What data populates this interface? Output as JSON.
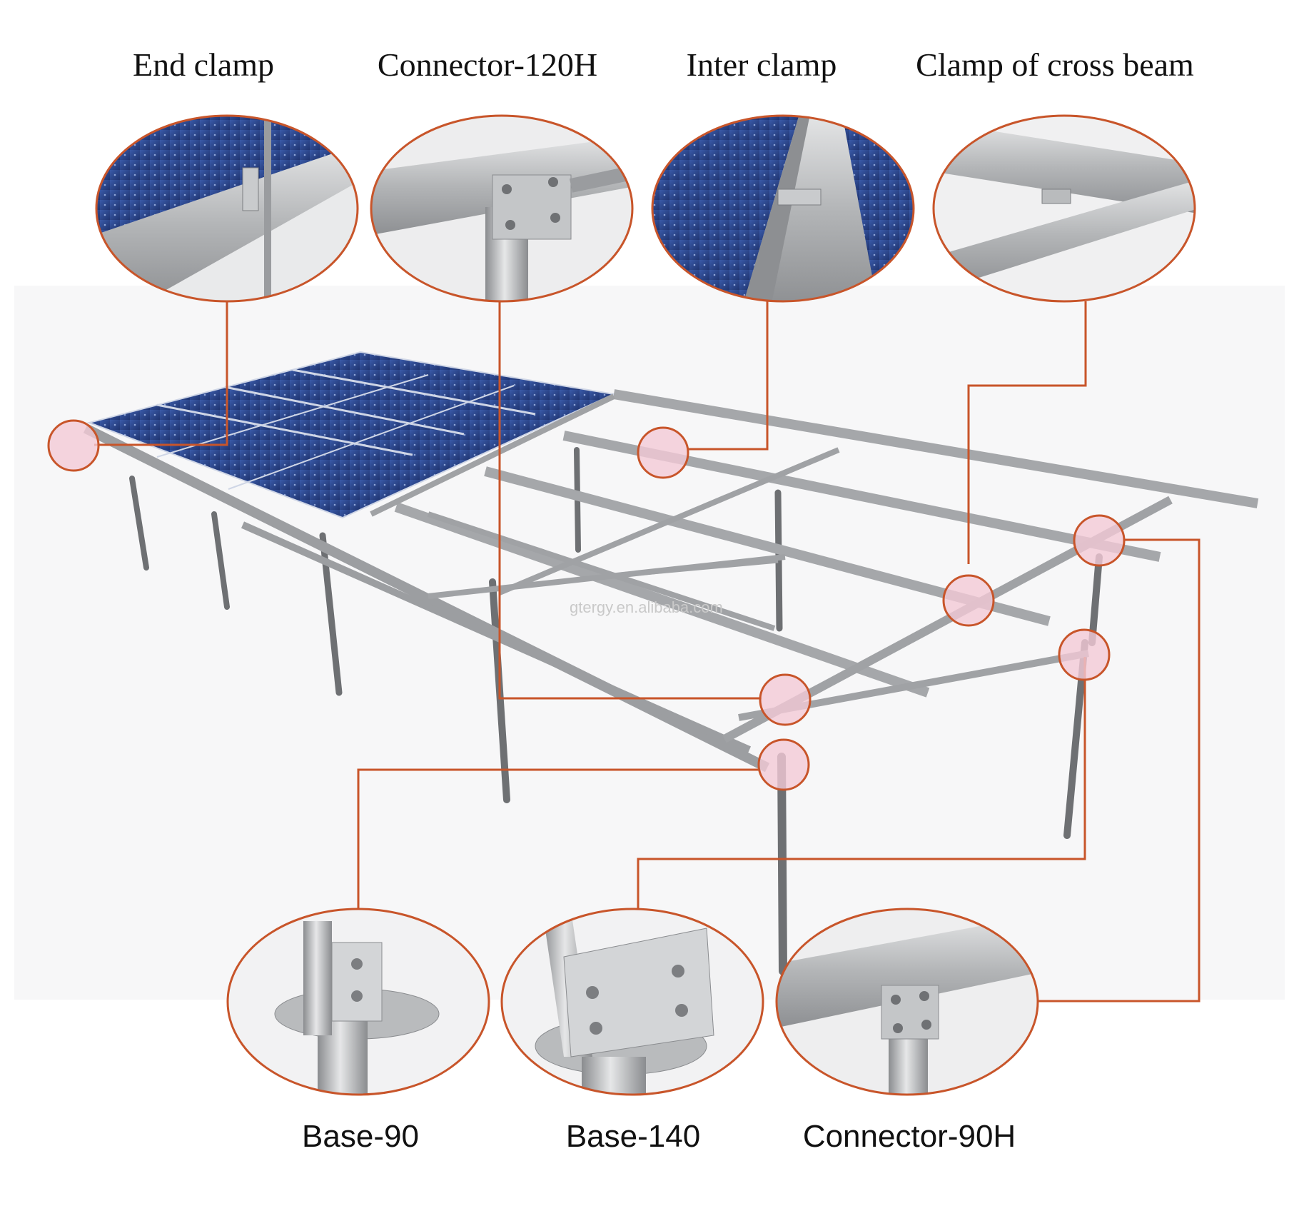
{
  "labels": {
    "end_clamp": "End clamp",
    "connector_120h": "Connector-120H",
    "inter_clamp": "Inter clamp",
    "clamp_cross_beam": "Clamp of cross beam",
    "base_90": "Base-90",
    "base_140": "Base-140",
    "connector_90h": "Connector-90H"
  },
  "watermark": "gtergy.en.alibaba.com",
  "colors": {
    "callout": "#c8552a",
    "highlight": "#f3c9d6",
    "panel": "#2f4a8c",
    "steel": "#a9abad"
  }
}
